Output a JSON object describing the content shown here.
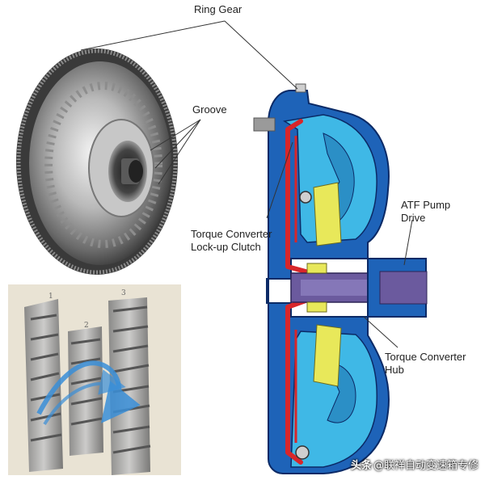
{
  "labels": {
    "ring_gear": "Ring Gear",
    "groove": "Groove",
    "lockup_clutch": "Torque Converter\nLock-up Clutch",
    "atf_pump_drive": "ATF Pump\nDrive",
    "converter_hub": "Torque Converter\nHub"
  },
  "inset_numbers": [
    "1",
    "2",
    "3"
  ],
  "watermark": {
    "logo": "头条",
    "text": "@联祥自动变速箱专修"
  },
  "colors": {
    "housing_blue": "#1e63b8",
    "outline_dark": "#0b2a66",
    "fluid_cyan": "#3fb8e6",
    "stator_yellow": "#e8e85a",
    "clutch_red": "#d8262a",
    "shaft_purple": "#6b5a9e",
    "inset_bg": "#e9e3d4",
    "flow_arrow": "#3a8fd8"
  }
}
